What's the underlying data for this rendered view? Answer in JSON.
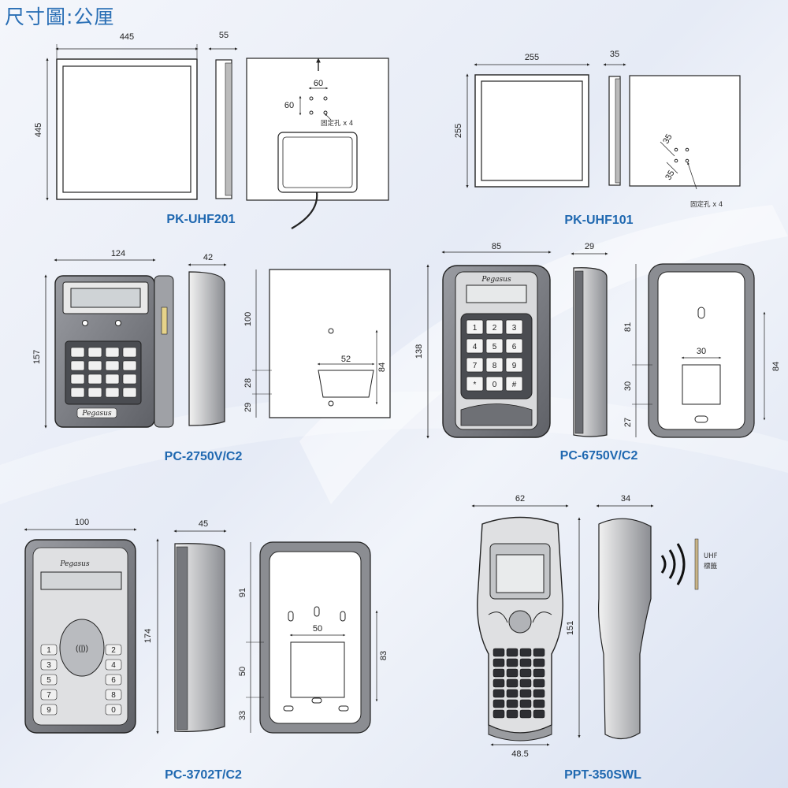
{
  "title": "尺寸圖:公厘",
  "colors": {
    "title": "#2a6fb5",
    "model_label": "#1f68b0",
    "line": "#222222",
    "device_body": "#7d7f85"
  },
  "products": {
    "pk_uhf201": {
      "model": "PK-UHF201",
      "width": "445",
      "height": "445",
      "depth": "55",
      "hole_h": "60",
      "hole_v": "60",
      "holes_note": "固定孔 x 4"
    },
    "pk_uhf101": {
      "model": "PK-UHF101",
      "width": "255",
      "height": "255",
      "depth": "35",
      "hole_h": "35",
      "hole_v": "35",
      "holes_note": "固定孔 x 4"
    },
    "pc_2750": {
      "model": "PC-2750V/C2",
      "width": "124",
      "height": "157",
      "depth": "42",
      "back_top": "100",
      "back_mid": "28",
      "back_bottom": "29",
      "back_span": "84",
      "back_hole": "52",
      "brand": "Pegasus"
    },
    "pc_6750": {
      "model": "PC-6750V/C2",
      "width": "85",
      "height": "138",
      "depth": "29",
      "back_top": "81",
      "back_mid": "30",
      "back_bottom": "27",
      "back_span": "84",
      "back_hole": "30",
      "brand": "Pegasus",
      "keys": [
        "1",
        "2",
        "3",
        "4",
        "5",
        "6",
        "7",
        "8",
        "9",
        "*",
        "0",
        "#"
      ]
    },
    "pc_3702": {
      "model": "PC-3702T/C2",
      "width": "100",
      "height": "174",
      "depth": "45",
      "back_top": "91",
      "back_mid": "50",
      "back_bottom": "33",
      "back_span": "83",
      "back_hole": "50",
      "brand": "Pegasus",
      "keys": [
        "1",
        "2",
        "3",
        "4",
        "5",
        "6",
        "7",
        "8",
        "9",
        "0"
      ]
    },
    "ppt_350": {
      "model": "PPT-350SWL",
      "width": "62",
      "height": "151",
      "depth": "34",
      "bottom_width": "48.5",
      "tag_label_1": "UHF",
      "tag_label_2": "標籤"
    }
  }
}
